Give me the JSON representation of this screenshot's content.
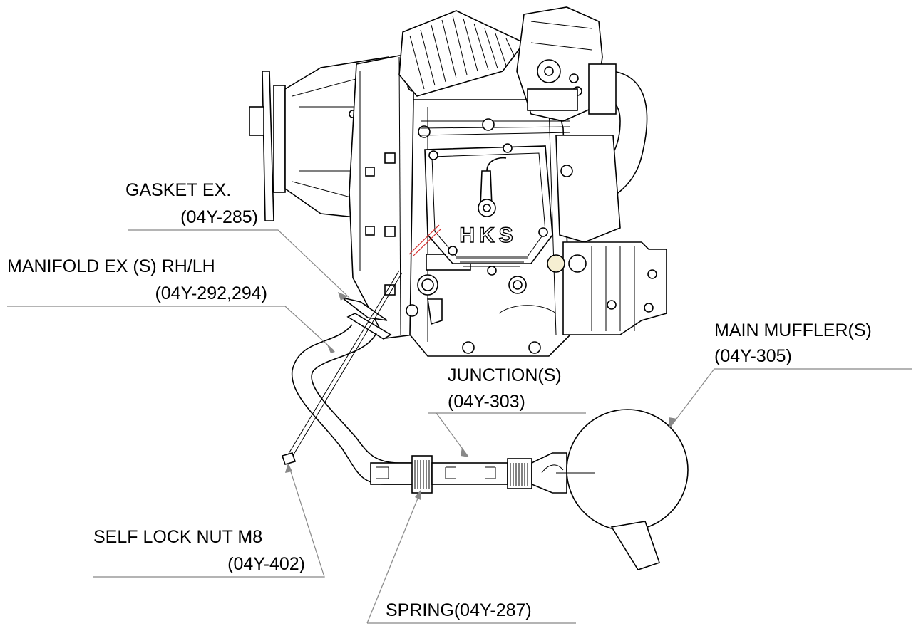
{
  "brand": "HKS",
  "labels": {
    "gasket": {
      "name": "GASKET EX.",
      "part": "(04Y-285)"
    },
    "manifold": {
      "name": "MANIFOLD EX (S) RH/LH",
      "part": "(04Y-292,294)"
    },
    "junction": {
      "name": "JUNCTION(S)",
      "part": "(04Y-303)"
    },
    "muffler": {
      "name": "MAIN MUFFLER(S)",
      "part": "(04Y-305)"
    },
    "nut": {
      "name": "SELF LOCK NUT M8",
      "part": "(04Y-402)"
    },
    "spring": {
      "name": "SPRING(04Y-287)"
    }
  }
}
